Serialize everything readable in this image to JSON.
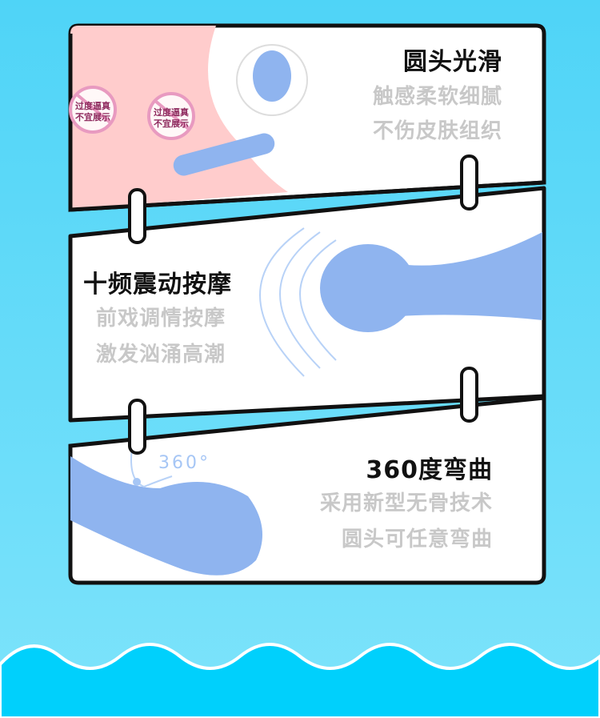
{
  "panels": [
    {
      "title": "圆头光滑",
      "lines": [
        "触感柔软细腻",
        "不伤皮肤组织"
      ]
    },
    {
      "title": "十频震动按摩",
      "lines": [
        "前戏调情按摩",
        "激发汹涌高潮"
      ]
    },
    {
      "title": "360度弯曲",
      "lines": [
        "采用新型无骨技术",
        "圆头可任意弯曲"
      ],
      "angle_label": "360°"
    }
  ],
  "censor_badge": {
    "line1": "过度逼真",
    "line2": "不宜展示"
  },
  "colors": {
    "background": "#5ad6f7",
    "product": "#8fb4ef",
    "wave": "#00d2ff",
    "censor": "#ffcccc"
  }
}
